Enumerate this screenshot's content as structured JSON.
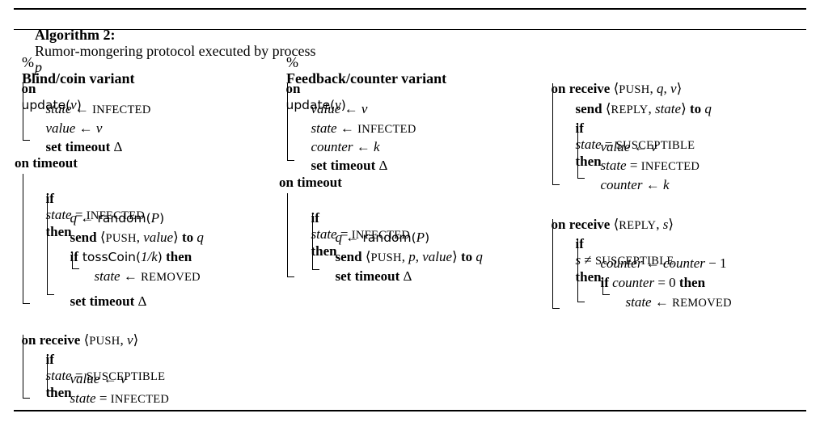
{
  "header": {
    "algorithm_label": "Algorithm 2:",
    "title_text": "Rumor-mongering protocol executed by process",
    "title_var": "p"
  },
  "columns": {
    "blind": {
      "heading_pct": "%",
      "heading": "Blind/coin variant",
      "update": {
        "kw": "on",
        "fn": "update(",
        "arg": "v",
        "close": ")"
      },
      "update_body": [
        {
          "var": "state",
          "op": " ← ",
          "val": "INFECTED"
        },
        {
          "var": "value",
          "op": " ← ",
          "val": "v"
        },
        {
          "kw": "set timeout",
          "sym": " Δ"
        }
      ],
      "timeout": "on timeout",
      "timeout_body": {
        "if_kw": "if",
        "if_var": "state",
        "if_eq": " = ",
        "if_val": "INFECTED",
        "then": "then",
        "q_line": {
          "var": "q",
          "op": " ← ",
          "fn": "random(",
          "arg": "P",
          "close": ")"
        },
        "send": {
          "kw": "send",
          "open": " ⟨",
          "push": "PUSH",
          "sep": ", ",
          "arg": "value",
          "close": "⟩ ",
          "to": "to",
          "dest": " q"
        },
        "if_coin": {
          "kw": "if",
          "fn": " tossCoin(",
          "arg": "1/k",
          "close": ")",
          "then": " then"
        },
        "removed": {
          "var": "state",
          "op": " ← ",
          "val": "REMOVED"
        },
        "set_timeout": {
          "kw": "set timeout",
          "sym": " Δ"
        }
      },
      "receive": {
        "kw": "on receive",
        "open": " ⟨",
        "push": "PUSH",
        "sep": ", ",
        "arg": "v",
        "close": "⟩"
      },
      "receive_body": {
        "if_kw": "if",
        "if_var": "state",
        "if_eq": " = ",
        "if_val": "SUSCEPTIBLE",
        "then": "then",
        "value_line": {
          "var": "value",
          "op": " ← ",
          "val": "v"
        },
        "state_line": {
          "var": "state",
          "op": " = ",
          "val": "INFECTED"
        }
      }
    },
    "feedback": {
      "heading_pct": "%",
      "heading": "Feedback/counter variant",
      "update": {
        "kw": "on",
        "fn": "update(",
        "arg": "v",
        "close": ")"
      },
      "update_body": [
        {
          "var": "value",
          "op": " ← ",
          "val": "v"
        },
        {
          "var": "state",
          "op": " ← ",
          "val": "INFECTED"
        },
        {
          "var": "counter",
          "op": " ← ",
          "val": "k"
        },
        {
          "kw": "set timeout",
          "sym": " Δ"
        }
      ],
      "timeout": "on timeout",
      "timeout_body": {
        "if_kw": "if",
        "if_var": "state",
        "if_eq": " = ",
        "if_val": "INFECTED",
        "then": "then",
        "q_line": {
          "var": "q",
          "op": " ← ",
          "fn": "random(",
          "arg": "P",
          "close": ")"
        },
        "send": {
          "kw": "send",
          "open": " ⟨",
          "push": "PUSH",
          "sep": ", ",
          "arg1": "p",
          "sep2": ", ",
          "arg2": "value",
          "close": "⟩ ",
          "to": "to",
          "dest": " q"
        },
        "set_timeout": {
          "kw": "set timeout",
          "sym": " Δ"
        }
      }
    },
    "receive": {
      "push": {
        "kw": "on receive",
        "open": " ⟨",
        "tag": "PUSH",
        "sep": ", ",
        "arg1": "q",
        "sep2": ", ",
        "arg2": "v",
        "close": "⟩"
      },
      "push_body": {
        "send": {
          "kw": "send",
          "open": " ⟨",
          "tag": "REPLY",
          "sep": ", ",
          "arg": "state",
          "close": "⟩ ",
          "to": "to",
          "dest": " q"
        },
        "if_kw": "if",
        "if_var": "state",
        "if_eq": " = ",
        "if_val": "SUSCEPTIBLE",
        "then": "then",
        "value_line": {
          "var": "value",
          "op": " ← ",
          "val": "v"
        },
        "state_line": {
          "var": "state",
          "op": " = ",
          "val": "INFECTED"
        },
        "counter_line": {
          "var": "counter",
          "op": " ← ",
          "val": "k"
        }
      },
      "reply": {
        "kw": "on receive",
        "open": " ⟨",
        "tag": "REPLY",
        "sep": ", ",
        "arg": "s",
        "close": "⟩"
      },
      "reply_body": {
        "if_kw": "if",
        "if_var": "s",
        "if_neq": " ≠ ",
        "if_val": "SUSCEPTIBLE",
        "then": "then",
        "dec": {
          "var": "counter",
          "op": " ← ",
          "var2": "counter",
          "minus": " − 1"
        },
        "if2": {
          "kw": "if",
          "var": " counter",
          "eq": " = 0 ",
          "then": "then"
        },
        "removed": {
          "var": "state",
          "op": " ← ",
          "val": "REMOVED"
        }
      }
    }
  }
}
